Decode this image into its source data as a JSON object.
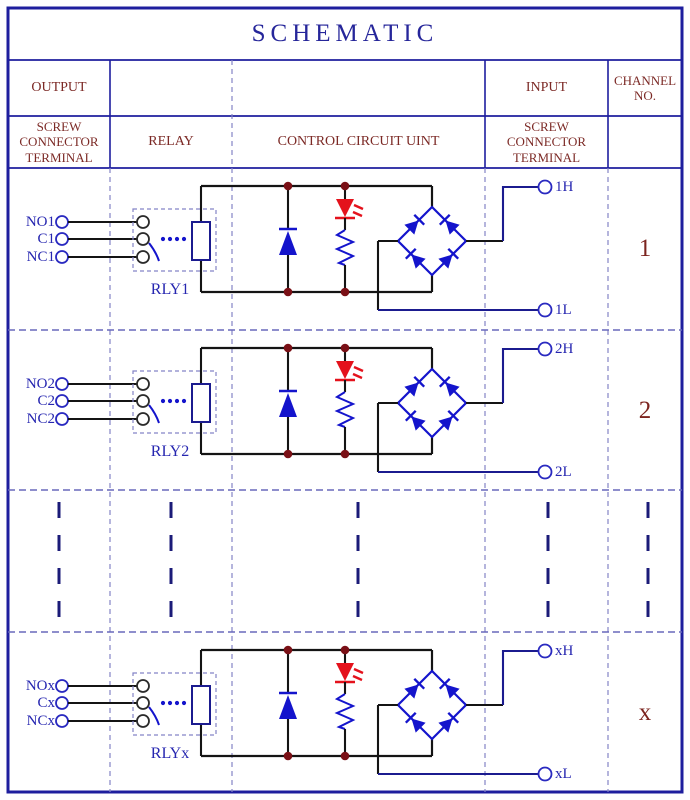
{
  "title": "SCHEMATIC",
  "header": {
    "output": "OUTPUT",
    "input": "INPUT",
    "channel_no": "CHANNEL NO.",
    "output_terminal": "SCREW CONNECTOR TERMINAL",
    "relay": "RELAY",
    "control_unit": "CONTROL CIRCUIT UINT",
    "input_terminal": "SCREW CONNECTOR TERMINAL"
  },
  "channels": [
    {
      "no": "1",
      "no_terminal": "NO1",
      "c_terminal": "C1",
      "nc_terminal": "NC1",
      "relay": "RLY1",
      "input_high": "1H",
      "input_low": "1L"
    },
    {
      "no": "2",
      "no_terminal": "NO2",
      "c_terminal": "C2",
      "nc_terminal": "NC2",
      "relay": "RLY2",
      "input_high": "2H",
      "input_low": "2L"
    },
    {
      "no": "x",
      "no_terminal": "NOx",
      "c_terminal": "Cx",
      "nc_terminal": "NCx",
      "relay": "RLYx",
      "input_high": "xH",
      "input_low": "xL"
    }
  ],
  "colors": {
    "grid_blue": "#1e1e9e",
    "dashed_grid": "#8484c6",
    "wire_black": "#141414",
    "component_blue": "#1414cc",
    "terminal_navy": "#1b1b8f",
    "led_red": "#e4121c",
    "junction_dot": "#7a1016",
    "label_blue": "#2626b0",
    "header_maroon": "#7c2a26",
    "title_navy": "#26269a"
  }
}
